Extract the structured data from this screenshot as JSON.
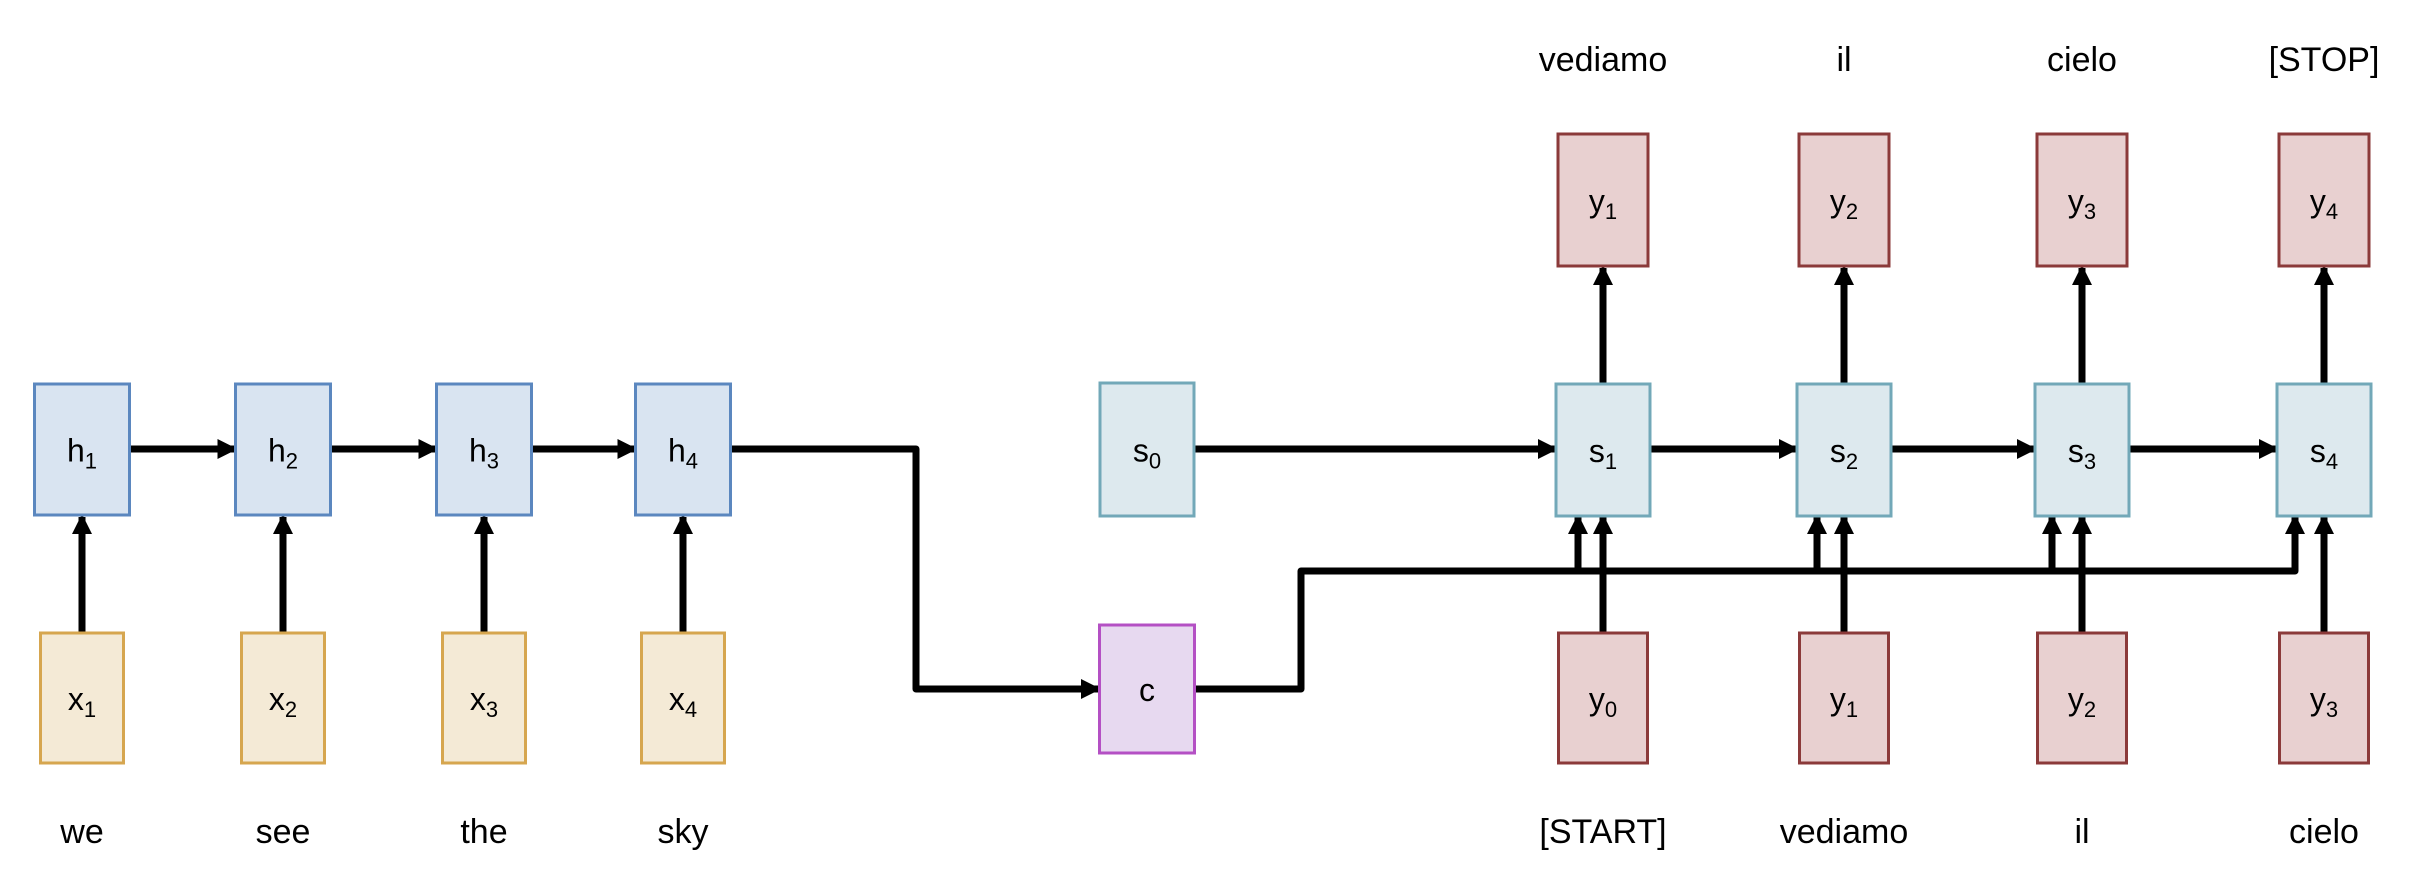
{
  "diagram": {
    "type": "seq2seq-encoder-decoder",
    "colors": {
      "encoder_hidden": {
        "fill": "#d9e4f1",
        "stroke": "#5b87bf"
      },
      "encoder_input": {
        "fill": "#f4ead6",
        "stroke": "#d6a64f"
      },
      "decoder_state": {
        "fill": "#dde9ee",
        "stroke": "#72a8b8"
      },
      "context": {
        "fill": "#e7d9f0",
        "stroke": "#b450c4"
      },
      "decoder_token": {
        "fill": "#e8d0d0",
        "stroke": "#8b3a3a"
      },
      "arrow": "#000000"
    },
    "encoder": {
      "hidden": [
        {
          "base": "h",
          "sub": "1"
        },
        {
          "base": "h",
          "sub": "2"
        },
        {
          "base": "h",
          "sub": "3"
        },
        {
          "base": "h",
          "sub": "4"
        }
      ],
      "inputs": [
        {
          "base": "x",
          "sub": "1"
        },
        {
          "base": "x",
          "sub": "2"
        },
        {
          "base": "x",
          "sub": "3"
        },
        {
          "base": "x",
          "sub": "4"
        }
      ],
      "words": [
        "we",
        "see",
        "the",
        "sky"
      ]
    },
    "context": {
      "label": "c"
    },
    "initial_state": {
      "base": "s",
      "sub": "0"
    },
    "decoder": {
      "states": [
        {
          "base": "s",
          "sub": "1"
        },
        {
          "base": "s",
          "sub": "2"
        },
        {
          "base": "s",
          "sub": "3"
        },
        {
          "base": "s",
          "sub": "4"
        }
      ],
      "outputs": [
        {
          "base": "y",
          "sub": "1"
        },
        {
          "base": "y",
          "sub": "2"
        },
        {
          "base": "y",
          "sub": "3"
        },
        {
          "base": "y",
          "sub": "4"
        }
      ],
      "output_words": [
        "vediamo",
        "il",
        "cielo",
        "[STOP]"
      ],
      "inputs": [
        {
          "base": "y",
          "sub": "0"
        },
        {
          "base": "y",
          "sub": "1"
        },
        {
          "base": "y",
          "sub": "2"
        },
        {
          "base": "y",
          "sub": "3"
        }
      ],
      "input_words": [
        "[START]",
        "vediamo",
        "il",
        "cielo"
      ]
    }
  }
}
